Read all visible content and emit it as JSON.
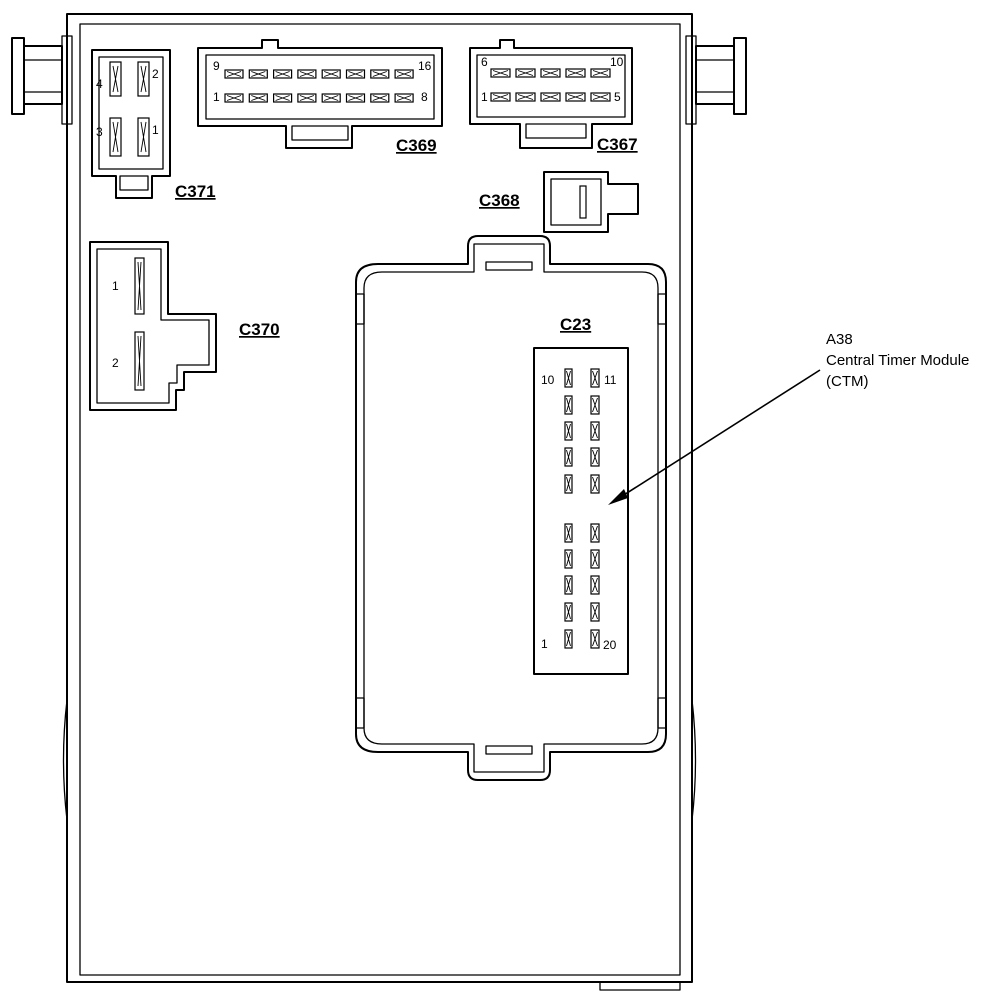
{
  "connectors": {
    "c371": {
      "label": "C371",
      "pins": [
        "4",
        "2",
        "3",
        "1"
      ]
    },
    "c369": {
      "label": "C369",
      "pins": [
        "9",
        "16",
        "1",
        "8"
      ]
    },
    "c367": {
      "label": "C367",
      "pins": [
        "6",
        "10",
        "1",
        "5"
      ]
    },
    "c368": {
      "label": "C368"
    },
    "c370": {
      "label": "C370",
      "pins": [
        "1",
        "2"
      ]
    },
    "c23": {
      "label": "C23",
      "pins": [
        "10",
        "11",
        "1",
        "20"
      ]
    }
  },
  "callout": {
    "line1": "A38",
    "line2": "Central Timer Module",
    "line3": "(CTM)"
  }
}
